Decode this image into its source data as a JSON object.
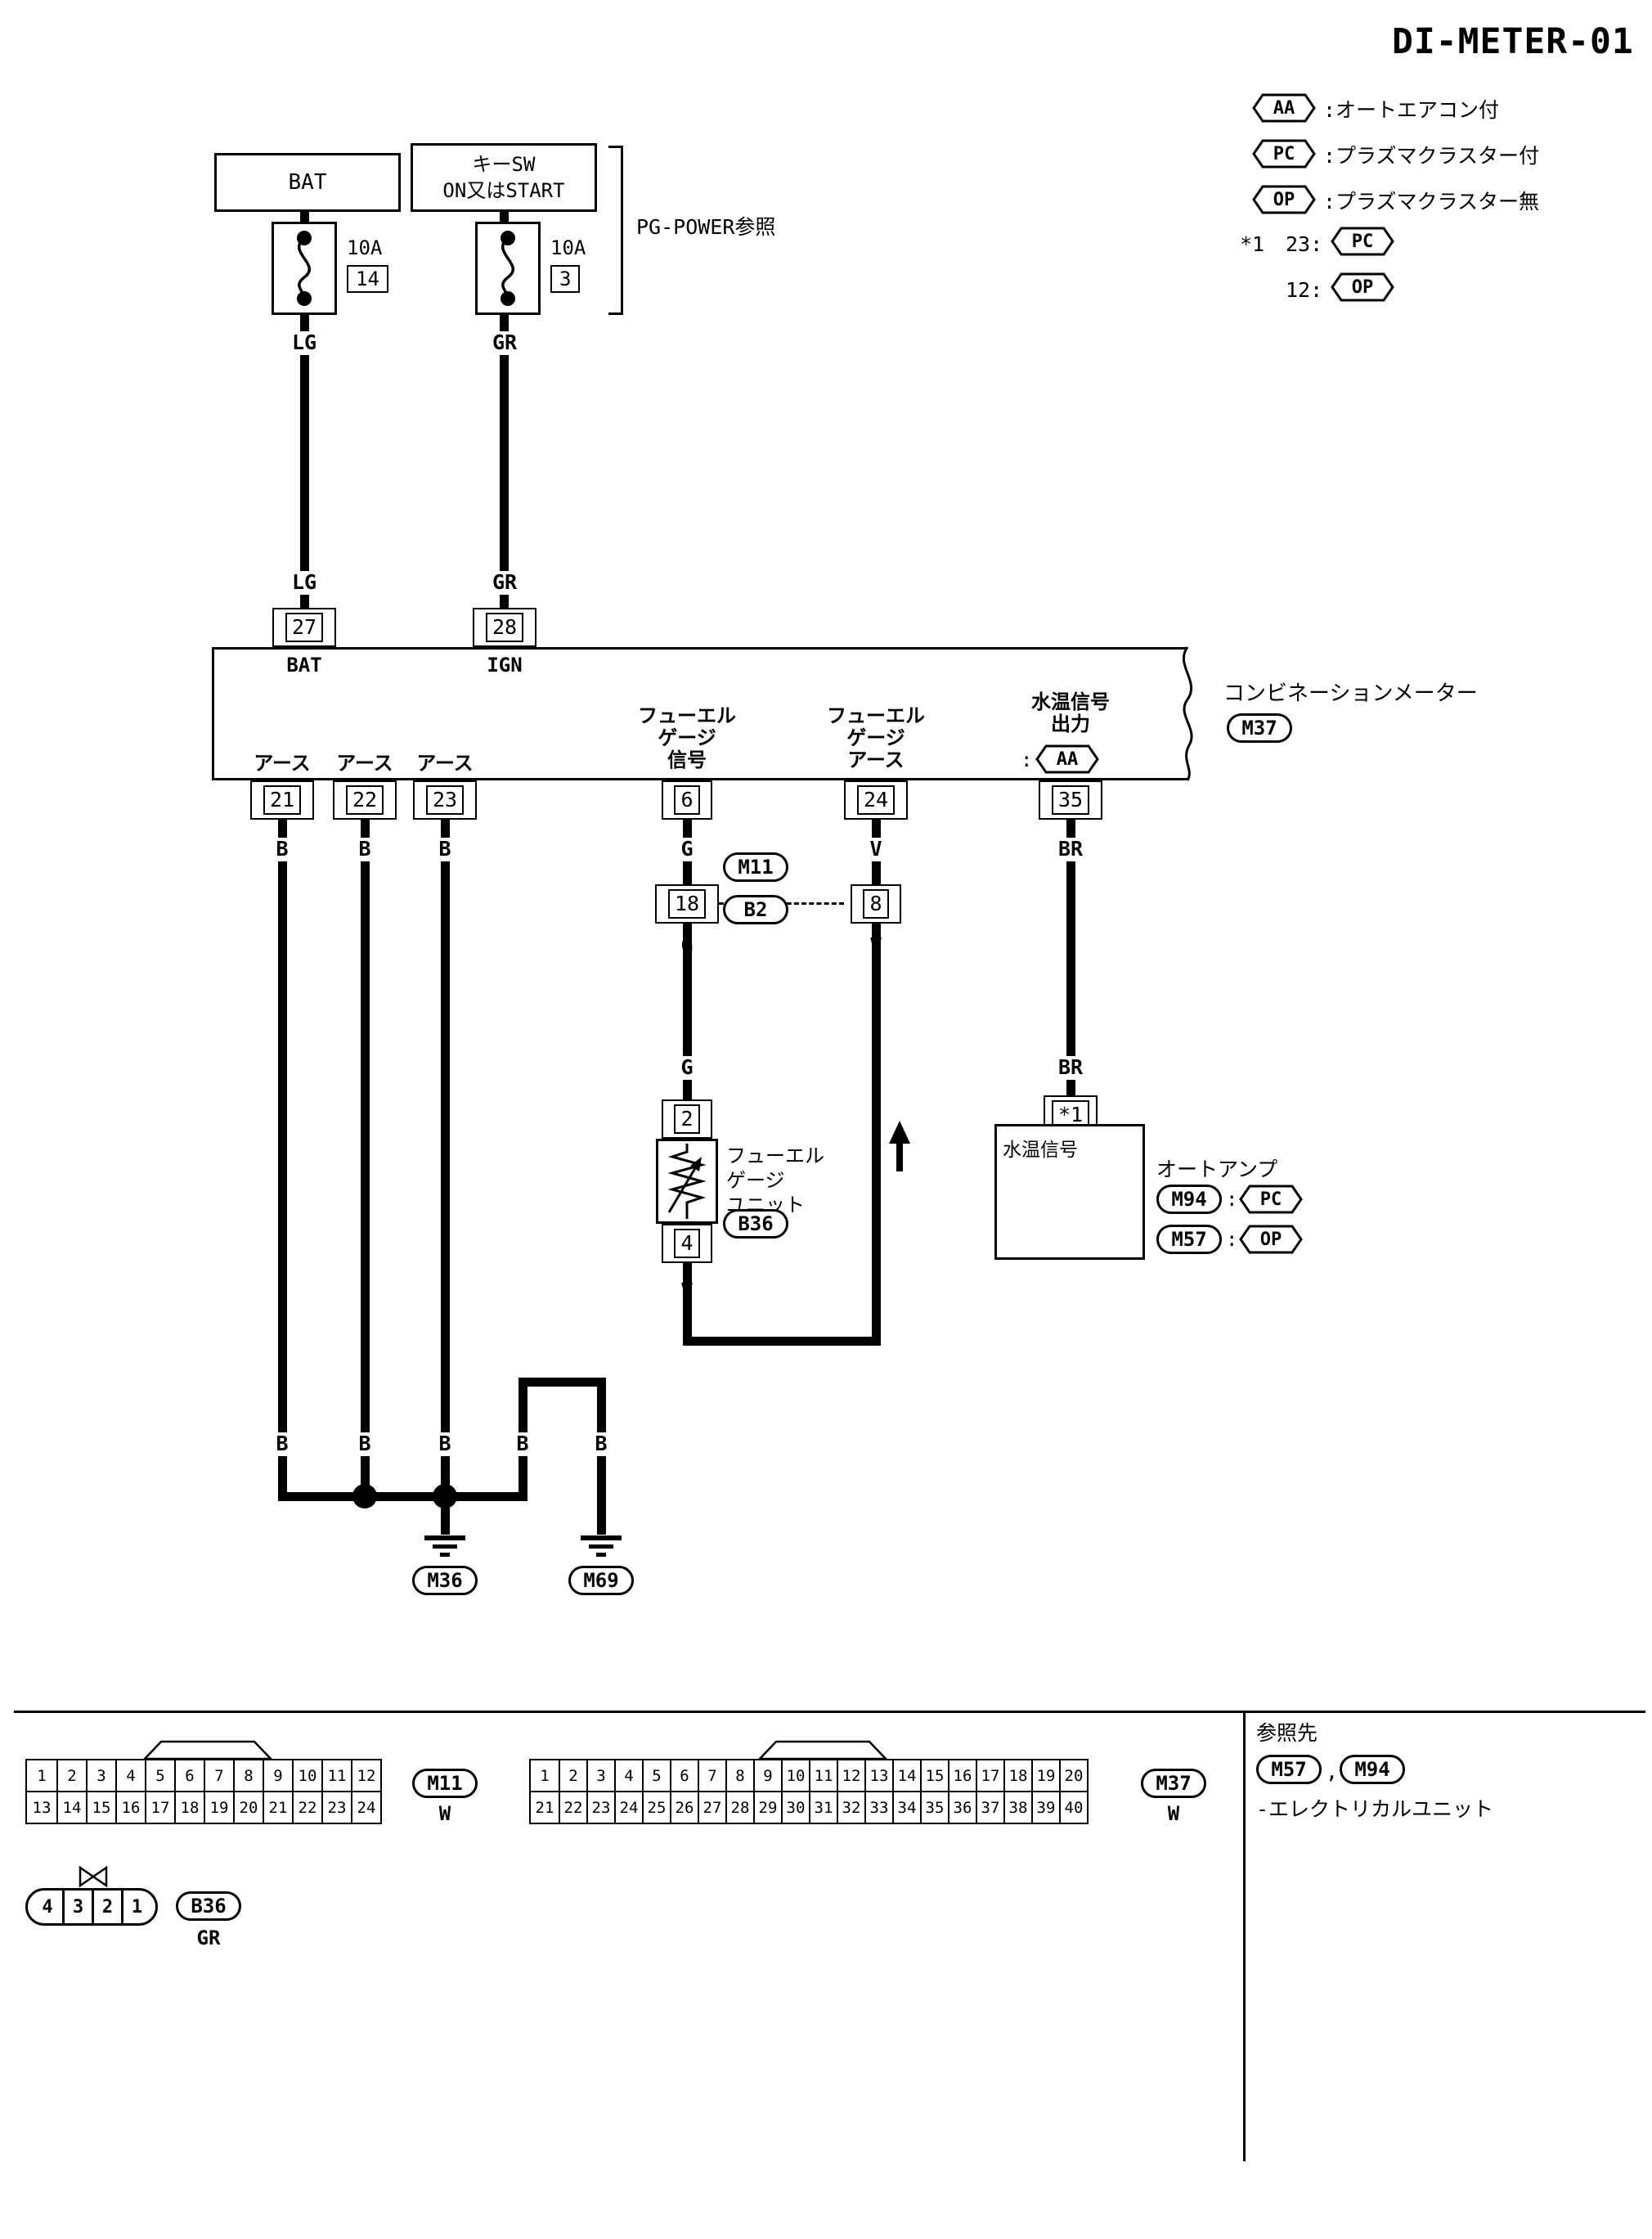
{
  "title": "DI-METER-01",
  "legend": {
    "items": [
      {
        "tag": "AA",
        "text": ":オートエアコン付"
      },
      {
        "tag": "PC",
        "text": ":プラズマクラスター付"
      },
      {
        "tag": "OP",
        "text": ":プラズマクラスター無"
      }
    ],
    "note1_prefix": "*1",
    "note1_label": "23:",
    "note1_tag": "PC",
    "note2_label": "12:",
    "note2_tag": "OP"
  },
  "power": {
    "bat_label": "BAT",
    "key_line1": "キーSW",
    "key_line2": "ON又はSTART",
    "pg_ref": "PG-POWER参照",
    "fuse1_amp": "10A",
    "fuse1_num": "14",
    "fuse2_amp": "10A",
    "fuse2_num": "3"
  },
  "wire_colors": {
    "lg": "LG",
    "gr": "GR",
    "b": "B",
    "g": "G",
    "v": "V",
    "br": "BR"
  },
  "meter": {
    "name": "コンビネーションメーター",
    "connector": "M37",
    "pin_bat": "27",
    "pin_bat_label": "BAT",
    "pin_ign": "28",
    "pin_ign_label": "IGN",
    "earth_label": "アース",
    "pin_21": "21",
    "pin_22": "22",
    "pin_23": "23",
    "pin_6": "6",
    "pin_24": "24",
    "pin_35": "35",
    "fuel_signal_l1": "フューエル",
    "fuel_signal_l2": "ゲージ",
    "fuel_signal_l3": "信号",
    "fuel_earth_l1": "フューエル",
    "fuel_earth_l2": "ゲージ",
    "fuel_earth_l3": "アース",
    "watertemp_l1": "水温信号",
    "watertemp_l2": "出力",
    "watertemp_colon": ":",
    "watertemp_tag": "AA"
  },
  "mid": {
    "pin_18": "18",
    "pin_8": "8",
    "conn_m11": "M11",
    "conn_b2": "B2"
  },
  "fuel_unit": {
    "pin_2": "2",
    "pin_4": "4",
    "name_l1": "フューエル",
    "name_l2": "ゲージ",
    "name_l3": "ユニット",
    "connector": "B36"
  },
  "autoamp": {
    "pin": "*1",
    "signal_label": "水温信号",
    "name": "オートアンプ",
    "conn1": "M94",
    "conn1_colon": ":",
    "conn1_tag": "PC",
    "conn2": "M57",
    "conn2_colon": ":",
    "conn2_tag": "OP"
  },
  "grounds": {
    "m36": "M36",
    "m69": "M69"
  },
  "bottom": {
    "m11": {
      "row1": [
        "1",
        "2",
        "3",
        "4",
        "5",
        "6",
        "7",
        "8",
        "9",
        "10",
        "11",
        "12"
      ],
      "row2": [
        "13",
        "14",
        "15",
        "16",
        "17",
        "18",
        "19",
        "20",
        "21",
        "22",
        "23",
        "24"
      ],
      "label": "M11",
      "color": "W"
    },
    "m37": {
      "row1": [
        "1",
        "2",
        "3",
        "4",
        "5",
        "6",
        "7",
        "8",
        "9",
        "10",
        "11",
        "12",
        "13",
        "14",
        "15",
        "16",
        "17",
        "18",
        "19",
        "20"
      ],
      "row2": [
        "21",
        "22",
        "23",
        "24",
        "25",
        "26",
        "27",
        "28",
        "29",
        "30",
        "31",
        "32",
        "33",
        "34",
        "35",
        "36",
        "37",
        "38",
        "39",
        "40"
      ],
      "label": "M37",
      "color": "W"
    },
    "b36": {
      "pins": [
        "4",
        "3",
        "2",
        "1"
      ],
      "label": "B36",
      "color": "GR"
    },
    "ref_title": "参照先",
    "ref_conn1": "M57",
    "ref_comma": ",",
    "ref_conn2": "M94",
    "ref_text": "-エレクトリカルユニット"
  }
}
